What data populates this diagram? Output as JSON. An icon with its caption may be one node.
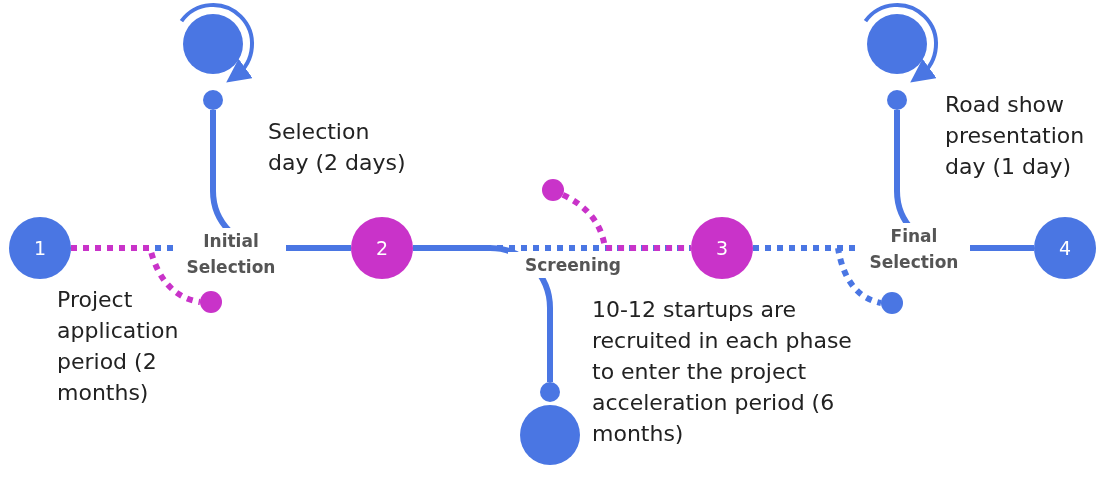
{
  "diagram": {
    "nodes": [
      {
        "text": [
          "1"
        ]
      },
      {
        "text": [
          "2"
        ]
      },
      {
        "text": [
          "3"
        ]
      },
      {
        "text": [
          "4"
        ]
      },
      {
        "text": [],
        "shape": "circle",
        "beside": [
          "Selection day (2 days)"
        ]
      },
      {
        "text": [],
        "shape": "circle",
        "beside": [
          "Project application period (2 months)"
        ]
      },
      {
        "text": [],
        "shape": "circle",
        "beside": [
          "10-12 startups are recruited in each phase to enter the project acceleration period (6 months)"
        ]
      },
      {
        "text": [],
        "shape": "circle"
      },
      {
        "text": [],
        "shape": "circle"
      },
      {
        "text": [],
        "shape": "circle",
        "beside": [
          "Road show presentation day (1 day)"
        ]
      }
    ],
    "edges": [
      {
        "from": 0,
        "to": 1,
        "arrow": "none",
        "style": "dashed"
      },
      {
        "from": 4,
        "to": 1,
        "arrow": "none"
      },
      {
        "from": 0,
        "to": 5,
        "arrow": "none",
        "style": "dashed",
        "color": "#c933c9"
      },
      {
        "from": 1,
        "to": 2,
        "arrow": "none",
        "style": "dashed"
      },
      {
        "from": 1,
        "to": 6,
        "arrow": "none"
      },
      {
        "from": 7,
        "to": 2,
        "arrow": "none",
        "style": "dashed",
        "color": "#c933c9"
      },
      {
        "from": 2,
        "to": 3,
        "arrow": "none",
        "style": "dashed"
      },
      {
        "from": 9,
        "to": 3,
        "arrow": "none"
      },
      {
        "from": 2,
        "to": 8,
        "arrow": "none",
        "style": "dashed"
      }
    ],
    "labels": [
      "Initial Selection",
      "Screening",
      "Final Selection"
    ]
  }
}
